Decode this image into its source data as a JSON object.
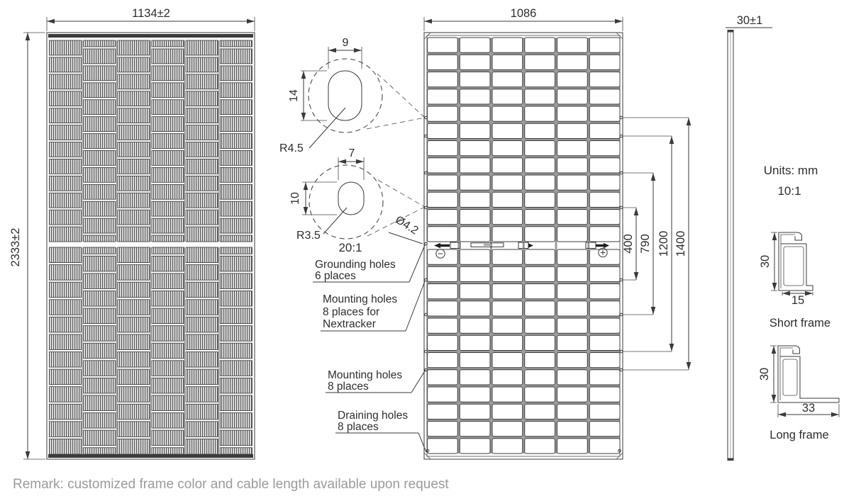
{
  "front_view": {
    "width_dim": "1134±2",
    "height_dim": "2333±2"
  },
  "back_view": {
    "width_dim": "1086",
    "spacing_dims": [
      "400",
      "790",
      "1200",
      "1400"
    ],
    "polarity_negative": "−",
    "polarity_positive": "+"
  },
  "detail_top": {
    "width": "9",
    "height": "14",
    "radius": "R4.5"
  },
  "detail_bottom": {
    "width": "7",
    "height": "10",
    "radius": "R3.5",
    "scale": "20:1"
  },
  "hole_diameter": "Ø4.2",
  "callouts": {
    "grounding_line1": "Grounding holes",
    "grounding_line2": "6 places",
    "nextracker_line1": "Mounting holes",
    "nextracker_line2": "8 places for",
    "nextracker_line3": "Nextracker",
    "mounting_line1": "Mounting holes",
    "mounting_line2": "8 places",
    "draining_line1": "Draining holes",
    "draining_line2": "8 places"
  },
  "side_view": {
    "thickness_dim": "30±1"
  },
  "info": {
    "units": "Units: mm",
    "scale": "10:1"
  },
  "frame_sections": {
    "short": {
      "height_dim": "30",
      "width_dim": "15",
      "label": "Short frame"
    },
    "long": {
      "height_dim": "30",
      "width_dim": "33",
      "label": "Long frame"
    }
  },
  "remark": "Remark: customized frame color and cable length available upon request",
  "grid": {
    "front": {
      "columns": 6,
      "rows_per_half": 12
    },
    "back": {
      "columns": 6,
      "rows_per_half": 12
    }
  },
  "colors": {
    "line": "#3a3a3a",
    "seam": "#9a9a9a",
    "hatch": "#555555",
    "remark": "#9b9b9b"
  }
}
